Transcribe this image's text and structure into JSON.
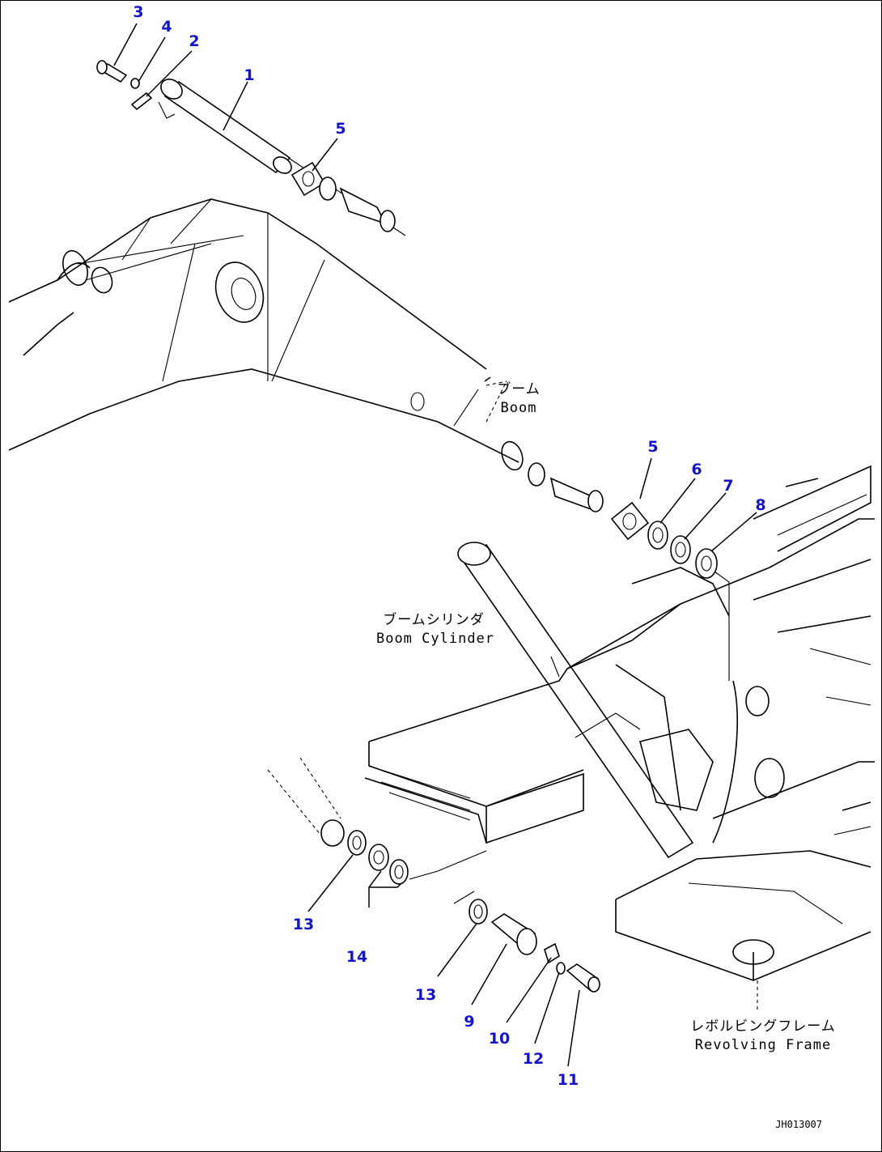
{
  "callouts": {
    "n1": "1",
    "n2": "2",
    "n3": "3",
    "n4": "4",
    "n5a": "5",
    "n5b": "5",
    "n6": "6",
    "n7": "7",
    "n8": "8",
    "n9": "9",
    "n10": "10",
    "n11": "11",
    "n12": "12",
    "n13a": "13",
    "n13b": "13",
    "n14": "14"
  },
  "labels": {
    "boom_jp": "ブーム",
    "boom_en": "Boom",
    "boom_cyl_jp": "ブームシリンダ",
    "boom_cyl_en": "Boom Cylinder",
    "rev_frame_jp": "レボルビングフレーム",
    "rev_frame_en": "Revolving Frame"
  },
  "drawing_code": "JH013007",
  "colors": {
    "callout": "#1414c8",
    "line": "#000000",
    "background": "#ffffff"
  }
}
